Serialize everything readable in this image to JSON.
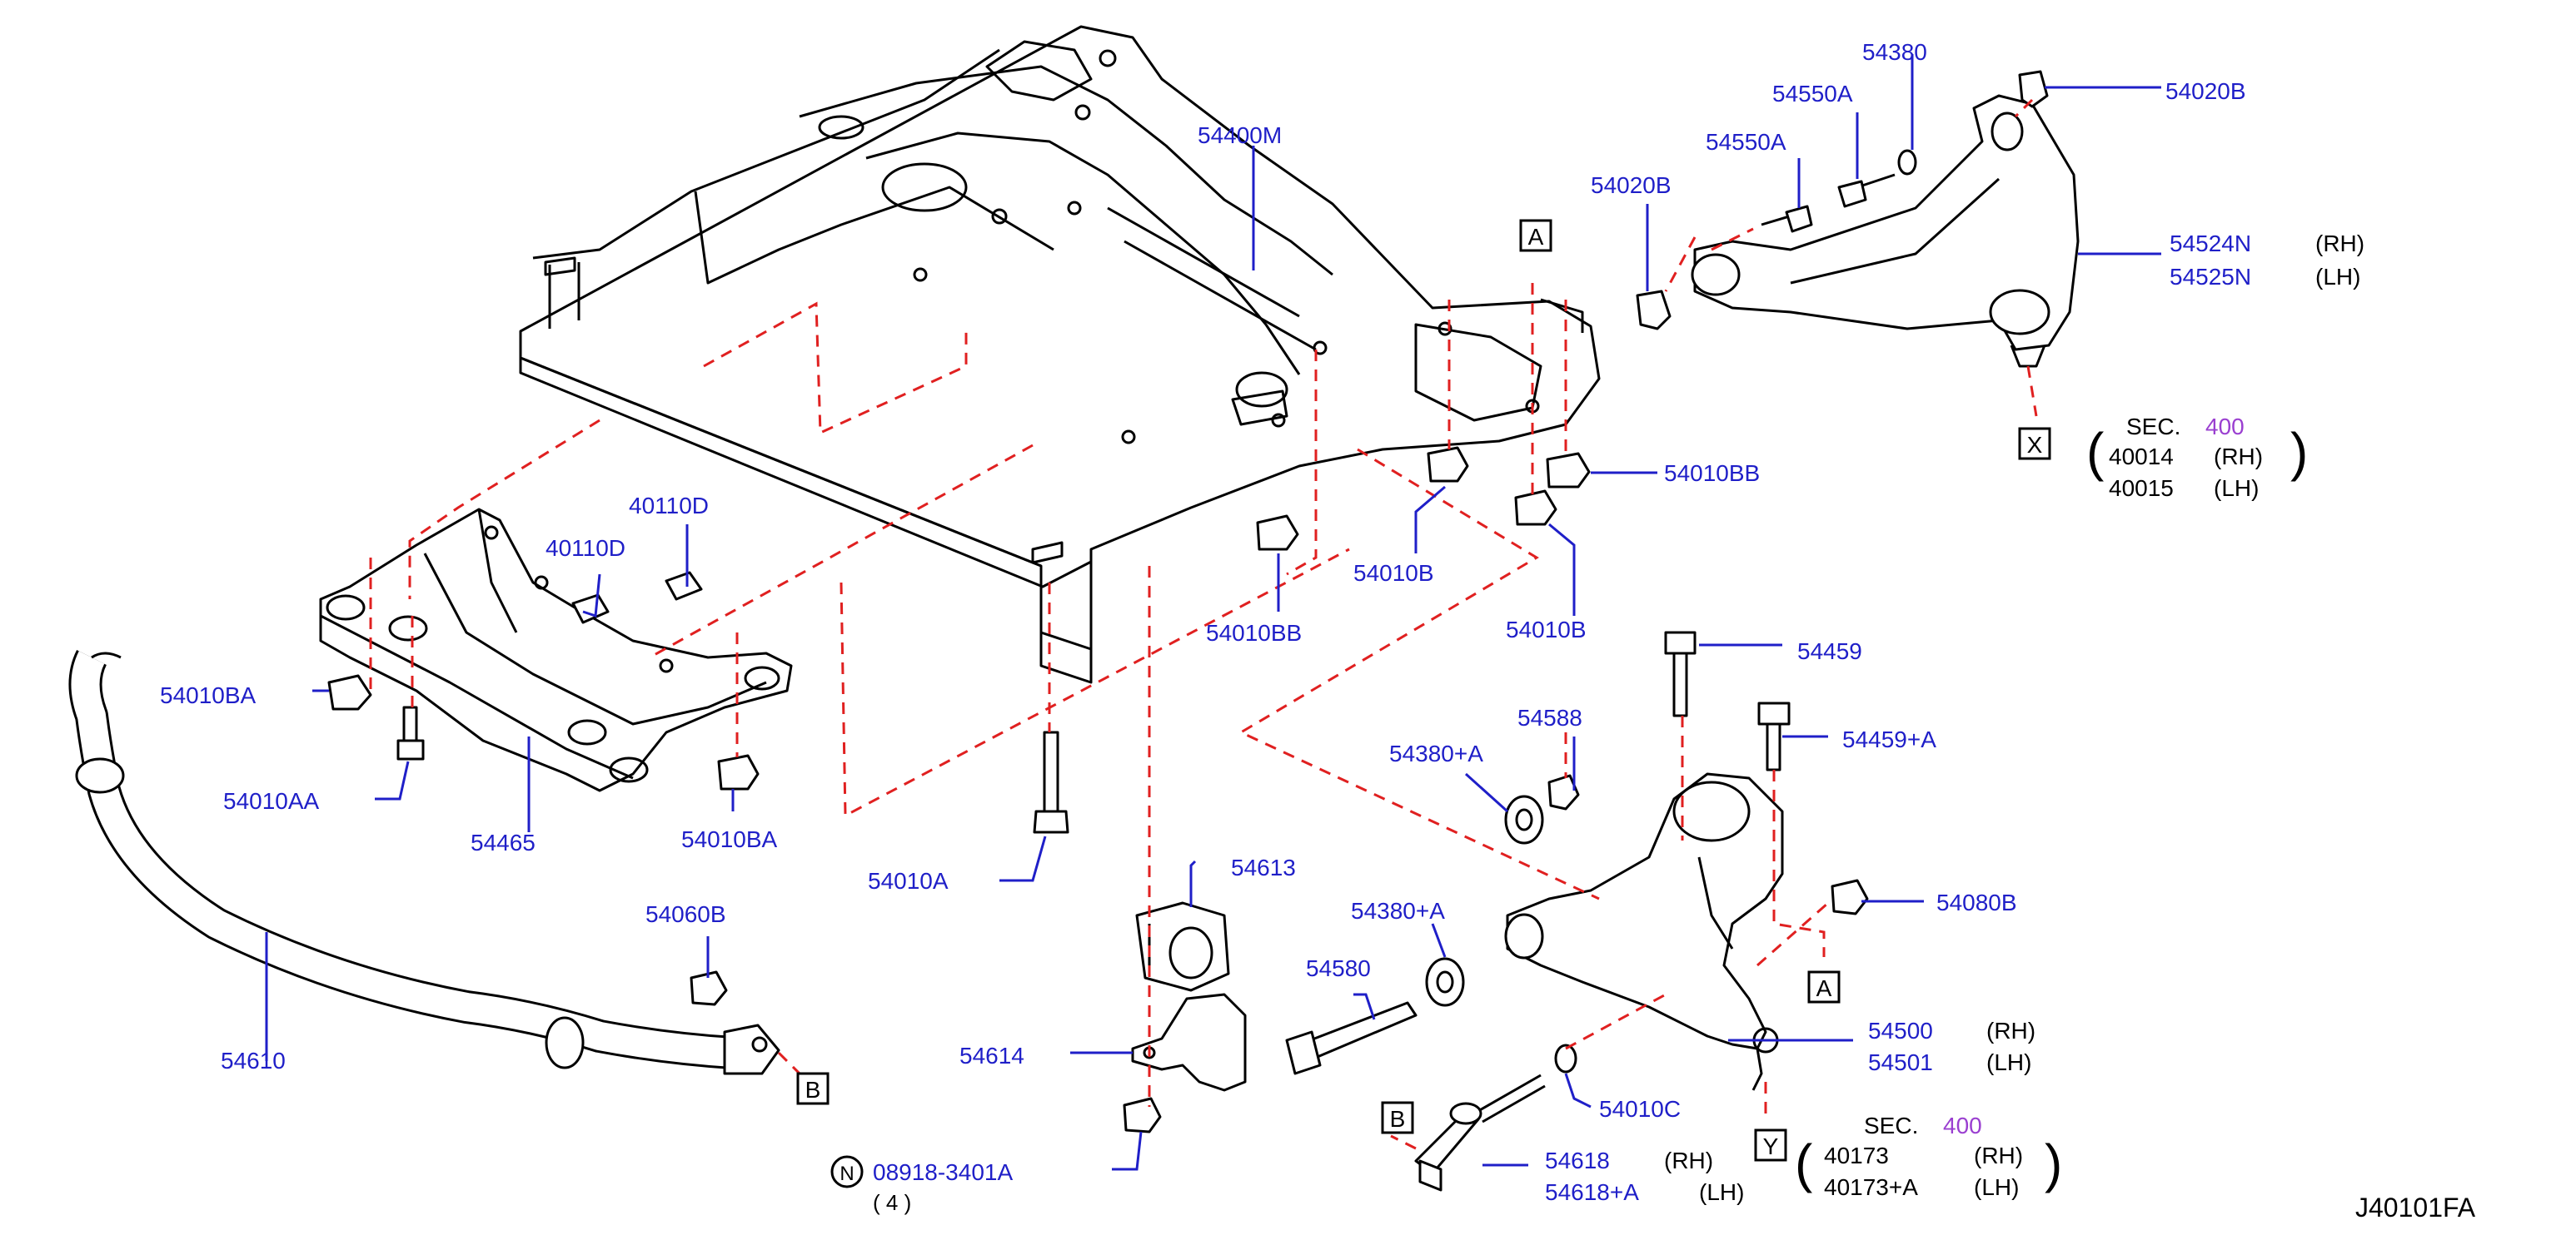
{
  "diagram_id": "J40101FA",
  "part_numbers": {
    "p54400M": "54400M",
    "p54380": "54380",
    "p54550A_1": "54550A",
    "p54550A_2": "54550A",
    "p54020B_1": "54020B",
    "p54020B_2": "54020B",
    "p54524N": "54524N",
    "p54525N": "54525N",
    "p54010BB_1": "54010BB",
    "p54010BB_2": "54010BB",
    "p54010B_1": "54010B",
    "p54010B_2": "54010B",
    "p40110D_1": "40110D",
    "p40110D_2": "40110D",
    "p54010BA_1": "54010BA",
    "p54010BA_2": "54010BA",
    "p54010AA": "54010AA",
    "p54465": "54465",
    "p54010A": "54010A",
    "p54459": "54459",
    "p54459A": "54459+A",
    "p54588": "54588",
    "p54380A_1": "54380+A",
    "p54380A_2": "54380+A",
    "p54613": "54613",
    "p54580": "54580",
    "p54080B": "54080B",
    "p54060B": "54060B",
    "p54610": "54610",
    "p54614": "54614",
    "p54500": "54500",
    "p54501": "54501",
    "p54010C": "54010C",
    "p54618": "54618",
    "p54618A": "54618+A",
    "p08918": "08918-3401A",
    "qty": "( 4 )"
  },
  "side_labels": {
    "rh": "(RH)",
    "lh": "(LH)"
  },
  "section_refs": {
    "top": {
      "sec_label": "SEC.",
      "sec_number": "400",
      "rh_part": "40014",
      "lh_part": "40015"
    },
    "bottom": {
      "sec_label": "SEC.",
      "sec_number": "400",
      "rh_part": "40173",
      "lh_part": "40173+A"
    }
  },
  "ref_markers": {
    "a": "A",
    "b": "B",
    "x": "X",
    "y": "Y",
    "n": "N"
  },
  "colors": {
    "part_label": "#1f1fc8",
    "section_number": "#9a3fd0",
    "dashed_line": "#e02020",
    "line_art": "#000000"
  }
}
